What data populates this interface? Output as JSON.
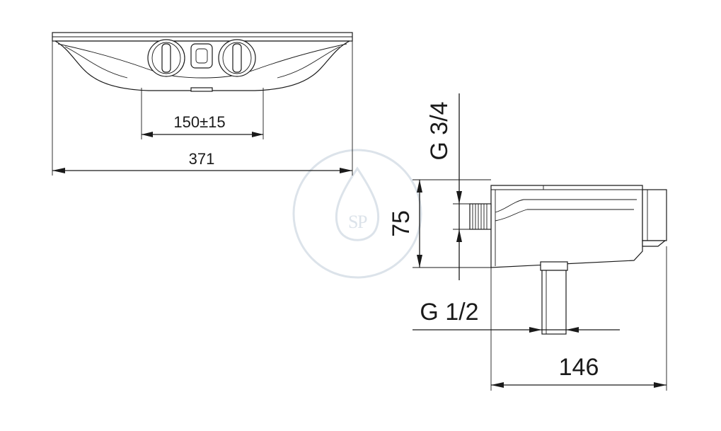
{
  "front_view": {
    "dim_inlet_spacing": "150±15",
    "dim_overall_width": "371"
  },
  "side_view": {
    "dim_top_inlet_thread": "G 3/4",
    "dim_height": "75",
    "dim_outlet_thread": "G 1/2",
    "dim_depth": "146"
  },
  "colors": {
    "line": "#1a1a1a",
    "watermark": "#dce3ea",
    "background": "#ffffff"
  }
}
